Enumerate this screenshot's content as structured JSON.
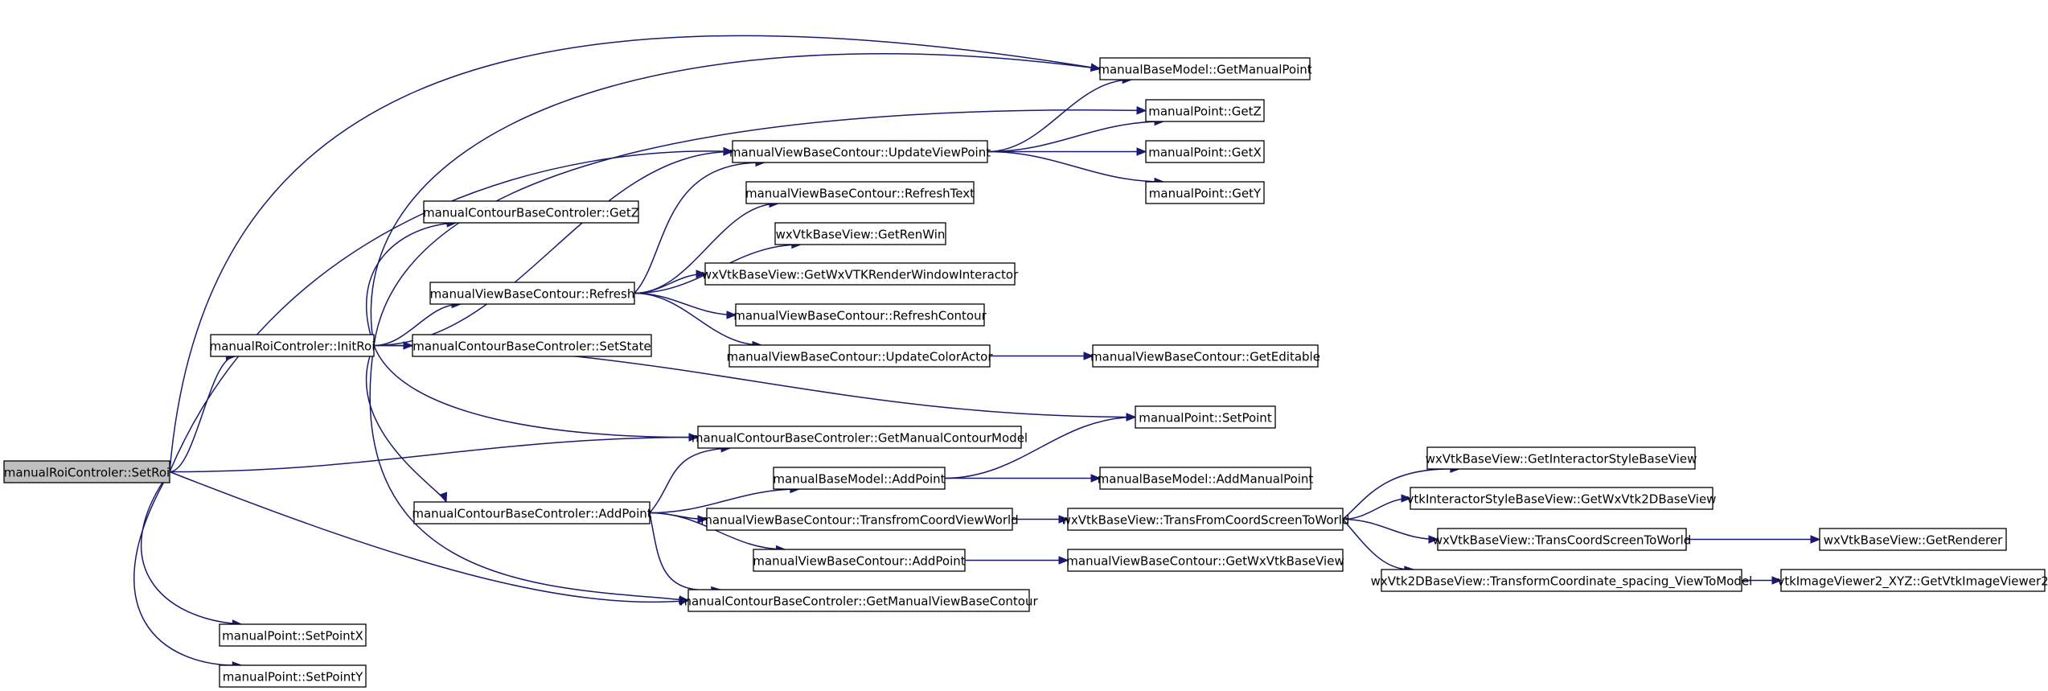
{
  "nodes": [
    {
      "id": "root",
      "label": "manualRoiControler::SetRoi",
      "root": true
    },
    {
      "id": "initroi",
      "label": "manualRoiControler::InitRoi"
    },
    {
      "id": "setpointx",
      "label": "manualPoint::SetPointX"
    },
    {
      "id": "setpointy",
      "label": "manualPoint::SetPointY"
    },
    {
      "id": "getz_ctrl",
      "label": "manualContourBaseControler::GetZ"
    },
    {
      "id": "refresh",
      "label": "manualViewBaseContour::Refresh"
    },
    {
      "id": "setstate",
      "label": "manualContourBaseControler::SetState"
    },
    {
      "id": "addpoint_ctrl",
      "label": "manualContourBaseControler::AddPoint"
    },
    {
      "id": "updateviewpoint",
      "label": "manualViewBaseContour::UpdateViewPoint"
    },
    {
      "id": "refreshtext",
      "label": "manualViewBaseContour::RefreshText"
    },
    {
      "id": "getrenwin",
      "label": "wxVtkBaseView::GetRenWin"
    },
    {
      "id": "getwxvtkrwi",
      "label": "wxVtkBaseView::GetWxVTKRenderWindowInteractor"
    },
    {
      "id": "refreshcontour",
      "label": "manualViewBaseContour::RefreshContour"
    },
    {
      "id": "updatecoloractor",
      "label": "manualViewBaseContour::UpdateColorActor"
    },
    {
      "id": "getmanualcontourmodel",
      "label": "manualContourBaseControler::GetManualContourModel"
    },
    {
      "id": "addpoint_model",
      "label": "manualBaseModel::AddPoint"
    },
    {
      "id": "transfromcoordviewworld",
      "label": "manualViewBaseContour::TransfromCoordViewWorld"
    },
    {
      "id": "addpoint_view",
      "label": "manualViewBaseContour::AddPoint"
    },
    {
      "id": "getmanualviewbasecontour",
      "label": "manualContourBaseControler::GetManualViewBaseContour"
    },
    {
      "id": "getmanualpoint",
      "label": "manualBaseModel::GetManualPoint"
    },
    {
      "id": "getz_pt",
      "label": "manualPoint::GetZ"
    },
    {
      "id": "getx_pt",
      "label": "manualPoint::GetX"
    },
    {
      "id": "gety_pt",
      "label": "manualPoint::GetY"
    },
    {
      "id": "geteditable",
      "label": "manualViewBaseContour::GetEditable"
    },
    {
      "id": "setpoint",
      "label": "manualPoint::SetPoint"
    },
    {
      "id": "addmanualpoint",
      "label": "manualBaseModel::AddManualPoint"
    },
    {
      "id": "transfromcoordscreentoworld",
      "label": "wxVtkBaseView::TransFromCoordScreenToWorld"
    },
    {
      "id": "getwxvtkbaseview",
      "label": "manualViewBaseContour::GetWxVtkBaseView"
    },
    {
      "id": "getinteractorstylebaseview",
      "label": "wxVtkBaseView::GetInteractorStyleBaseView"
    },
    {
      "id": "getwxvtk2dbaseview",
      "label": "vtkInteractorStyleBaseView::GetWxVtk2DBaseView"
    },
    {
      "id": "transcoordscreentoworld",
      "label": "wxVtkBaseView::TransCoordScreenToWorld"
    },
    {
      "id": "transformcoordinate",
      "label": "wxVtk2DBaseView::TransformCoordinate_spacing_ViewToModel"
    },
    {
      "id": "getrenderer",
      "label": "wxVtkBaseView::GetRenderer"
    },
    {
      "id": "getvtkimageviewer2",
      "label": "vtkImageViewer2_XYZ::GetVtkImageViewer2"
    }
  ],
  "edges": [
    {
      "from": "root",
      "to": "getmanualpoint"
    },
    {
      "from": "root",
      "to": "updateviewpoint"
    },
    {
      "from": "root",
      "to": "initroi"
    },
    {
      "from": "root",
      "to": "getmanualcontourmodel"
    },
    {
      "from": "root",
      "to": "getmanualviewbasecontour"
    },
    {
      "from": "root",
      "to": "setpointx"
    },
    {
      "from": "root",
      "to": "setpointy"
    },
    {
      "from": "initroi",
      "to": "getmanualpoint"
    },
    {
      "from": "initroi",
      "to": "getz_pt"
    },
    {
      "from": "initroi",
      "to": "updateviewpoint"
    },
    {
      "from": "initroi",
      "to": "getz_ctrl"
    },
    {
      "from": "initroi",
      "to": "refresh"
    },
    {
      "from": "initroi",
      "to": "setstate"
    },
    {
      "from": "initroi",
      "to": "setpoint"
    },
    {
      "from": "initroi",
      "to": "getmanualcontourmodel"
    },
    {
      "from": "initroi",
      "to": "addpoint_ctrl"
    },
    {
      "from": "initroi",
      "to": "getmanualviewbasecontour"
    },
    {
      "from": "refresh",
      "to": "updateviewpoint"
    },
    {
      "from": "refresh",
      "to": "refreshtext"
    },
    {
      "from": "refresh",
      "to": "getrenwin"
    },
    {
      "from": "refresh",
      "to": "getwxvtkrwi"
    },
    {
      "from": "refresh",
      "to": "refreshcontour"
    },
    {
      "from": "refresh",
      "to": "updatecoloractor"
    },
    {
      "from": "updateviewpoint",
      "to": "getmanualpoint"
    },
    {
      "from": "updateviewpoint",
      "to": "getz_pt"
    },
    {
      "from": "updateviewpoint",
      "to": "getx_pt"
    },
    {
      "from": "updateviewpoint",
      "to": "gety_pt"
    },
    {
      "from": "updatecoloractor",
      "to": "geteditable"
    },
    {
      "from": "addpoint_ctrl",
      "to": "getmanualcontourmodel"
    },
    {
      "from": "addpoint_ctrl",
      "to": "addpoint_model"
    },
    {
      "from": "addpoint_ctrl",
      "to": "transfromcoordviewworld"
    },
    {
      "from": "addpoint_ctrl",
      "to": "addpoint_view"
    },
    {
      "from": "addpoint_ctrl",
      "to": "getmanualviewbasecontour"
    },
    {
      "from": "addpoint_model",
      "to": "setpoint"
    },
    {
      "from": "addpoint_model",
      "to": "addmanualpoint"
    },
    {
      "from": "transfromcoordviewworld",
      "to": "transfromcoordscreentoworld"
    },
    {
      "from": "addpoint_view",
      "to": "getwxvtkbaseview"
    },
    {
      "from": "transfromcoordscreentoworld",
      "to": "getinteractorstylebaseview"
    },
    {
      "from": "transfromcoordscreentoworld",
      "to": "getwxvtk2dbaseview"
    },
    {
      "from": "transfromcoordscreentoworld",
      "to": "transcoordscreentoworld"
    },
    {
      "from": "transfromcoordscreentoworld",
      "to": "transformcoordinate"
    },
    {
      "from": "transcoordscreentoworld",
      "to": "getrenderer"
    },
    {
      "from": "transformcoordinate",
      "to": "getvtkimageviewer2"
    }
  ]
}
